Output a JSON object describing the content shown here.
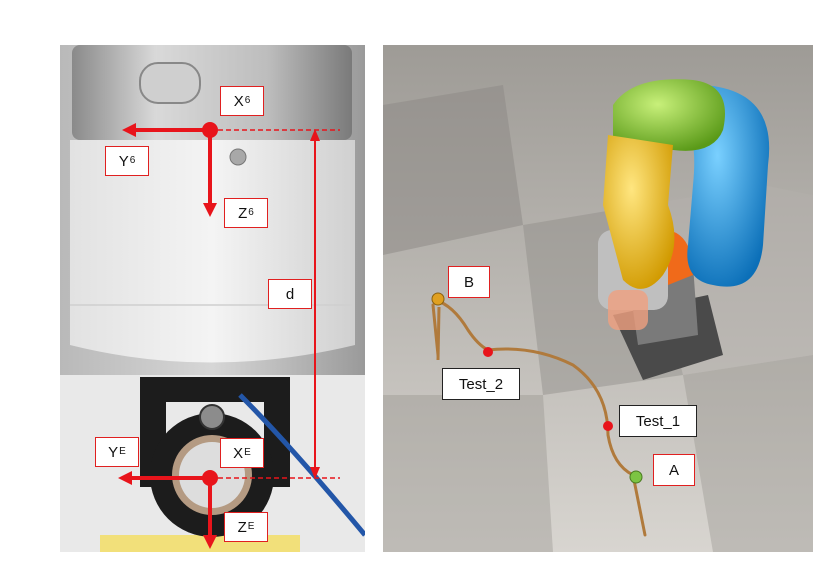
{
  "left_figure": {
    "labels": {
      "x6": {
        "main": "X",
        "sub": "6"
      },
      "y6": {
        "main": "Y",
        "sub": "6"
      },
      "z6": {
        "main": "Z",
        "sub": "6"
      },
      "d": "d",
      "ye": {
        "main": "Y",
        "sub": "E"
      },
      "xe": {
        "main": "X",
        "sub": "E"
      },
      "ze": {
        "main": "Z",
        "sub": "E"
      }
    },
    "colors": {
      "axis": "#e8141b",
      "frame_bg": "#cfcfcf"
    }
  },
  "right_figure": {
    "labels": {
      "b": "B",
      "test_2": "Test_2",
      "test_1": "Test_1",
      "a": "A"
    },
    "colors": {
      "path": "#b07a3c",
      "waypoint": "#e8141b",
      "point_a": "#7cc443",
      "point_b": "#e0a020",
      "link_green": "#86c232",
      "link_blue": "#1e9be0",
      "link_yellow": "#f2c200",
      "link_orange": "#f06a1a"
    }
  }
}
